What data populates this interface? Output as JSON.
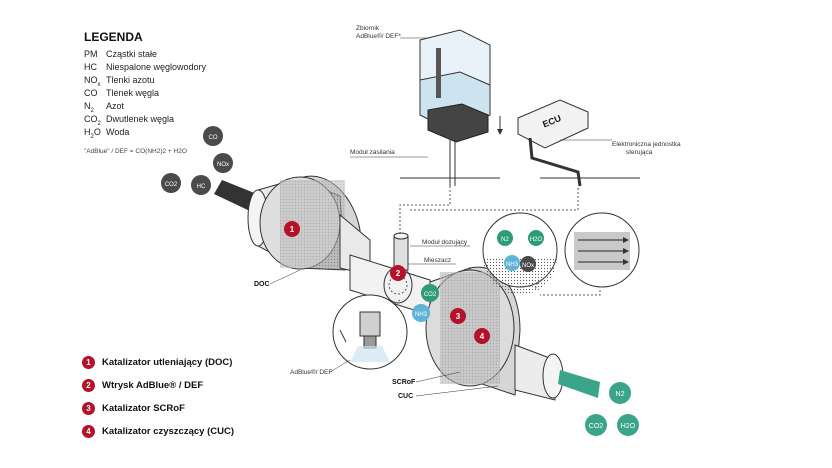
{
  "legend": {
    "title": "LEGENDA",
    "items": [
      {
        "abbr": "PM",
        "sub": "",
        "label": "Cząstki stałe"
      },
      {
        "abbr": "HC",
        "sub": "",
        "label": "Niespalone węglowodory"
      },
      {
        "abbr": "NO",
        "sub": "x",
        "label": "Tlenki azotu"
      },
      {
        "abbr": "CO",
        "sub": "",
        "label": "Tlenek węgla"
      },
      {
        "abbr": "N",
        "sub": "2",
        "label": "Azot"
      },
      {
        "abbr": "CO",
        "sub": "2",
        "label": "Dwutlenek węgla"
      },
      {
        "abbr": "H",
        "sub": "2",
        "abbr_post": "O",
        "label": "Woda"
      }
    ],
    "formula": "\"AdBlue\" / DEF = CO(NH2)2 + H2O"
  },
  "steps": [
    {
      "num": "1",
      "label": "Katalizator utleniający (DOC)"
    },
    {
      "num": "2",
      "label": "Wtrysk AdBlue® / DEF"
    },
    {
      "num": "3",
      "label": "Katalizator SCRoF"
    },
    {
      "num": "4",
      "label": "Katalizator czyszczący (CUC)"
    }
  ],
  "callouts": {
    "tank": "Zbiornik",
    "tank2": "AdBlue®/ DEF*",
    "supply": "Moduł zasilania",
    "ecu_label": "ECU",
    "ecu_desc1": "Elektroniczna jednostka",
    "ecu_desc2": "sterująca",
    "dosing": "Moduł dozujący",
    "mixer": "Mieszacz",
    "doc": "DOC",
    "scrof": "SCRoF",
    "cuc": "CUC",
    "adblue": "AdBlue®/ DEF"
  },
  "gases": {
    "in": [
      "CO",
      "NOx",
      "CO2",
      "HC"
    ],
    "detail": [
      "N2",
      "H2O",
      "NH3",
      "NOx"
    ],
    "mid": [
      "CO2",
      "NH3"
    ],
    "out": [
      "N2",
      "CO2",
      "H2O"
    ]
  },
  "colors": {
    "accent_red": "#b5122a",
    "gas_dark": "#4a4a4a",
    "gas_green": "#2e9c74",
    "gas_blue": "#5fb3d9",
    "out_green": "#3aa58a"
  }
}
